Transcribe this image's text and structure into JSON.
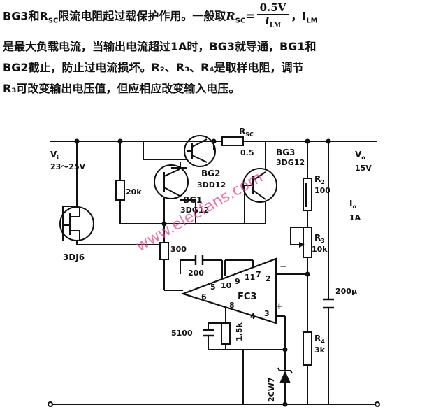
{
  "text": {
    "line1_pre": "BG3和R",
    "line1_sub": "SC",
    "line1_mid": "限流电阻起过载保护作用。一般取",
    "line1_rsc": "R",
    "line1_rsc_sub": "SC",
    "line1_eq": "=",
    "frac_num": "0.5V",
    "frac_den": "I",
    "frac_den_sub": "LM",
    "line1_post": "，I",
    "line1_post_sub": "LM",
    "line2": "是最大负载电流，当输出电流超过1A时，BG3就导通，BG1和",
    "line3": "BG2截止，防止过电流损坏。R₂、R₃、R₄是取样电阻，调节",
    "line4": "R₃可改变输出电压值，但应相应改变输入电压。"
  },
  "circuit": {
    "vi_label": "V",
    "vi_sub": "i",
    "vi_range": "23～25V",
    "vo_label": "V",
    "vo_sub": "o",
    "vo_value": "15V",
    "io_label": "I",
    "io_sub": "o",
    "io_value": "1A",
    "rsc_label": "R",
    "rsc_sub": "SC",
    "rsc_value": "0.5",
    "bg3_name": "BG3",
    "bg3_type": "3DG12",
    "bg2_name": "BG2",
    "bg2_type": "3DD12",
    "bg1_name": "BG1",
    "bg1_type": "3DG12",
    "jfet_type": "3DJ6",
    "r20k": "20k",
    "r300": "300",
    "c200": "200",
    "c5100": "5100",
    "r15k": "1.5k",
    "zener": "2CW7",
    "r2_label": "R",
    "r2_sub": "2",
    "r2_value": "100",
    "r3_label": "R",
    "r3_sub": "3",
    "r3_value": "10k",
    "r4_label": "R",
    "r4_sub": "4",
    "r4_value": "3k",
    "cout": "200μ",
    "opamp": "FC3",
    "pin5": "5",
    "pin6": "6",
    "pin10": "10",
    "pin9": "9",
    "pin11": "11",
    "pin7": "7",
    "pin2": "2",
    "pin8": "8",
    "pin4": "4",
    "pin3": "3",
    "minus": "−",
    "plus": "+",
    "watermark": "www.elecfans.com"
  }
}
